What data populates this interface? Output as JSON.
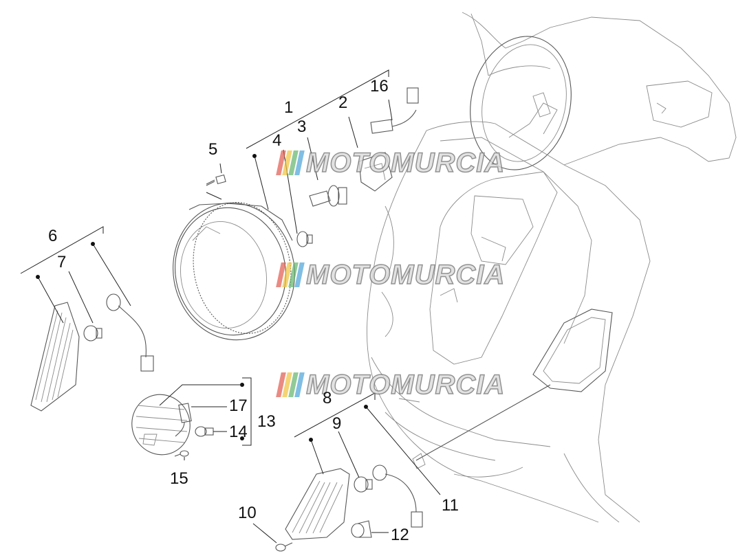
{
  "diagram": {
    "callouts": {
      "c1": "1",
      "c2": "2",
      "c3": "3",
      "c4": "4",
      "c5": "5",
      "c6": "6",
      "c7": "7",
      "c8": "8",
      "c9": "9",
      "c10": "10",
      "c11": "11",
      "c12": "12",
      "c13": "13",
      "c14": "14",
      "c15": "15",
      "c16": "16",
      "c17": "17"
    },
    "watermark": {
      "text": "MOTOMURCIA",
      "stripe_colors": [
        "#e05a4e",
        "#f0c23a",
        "#63b36a",
        "#4aa3d8"
      ]
    }
  }
}
